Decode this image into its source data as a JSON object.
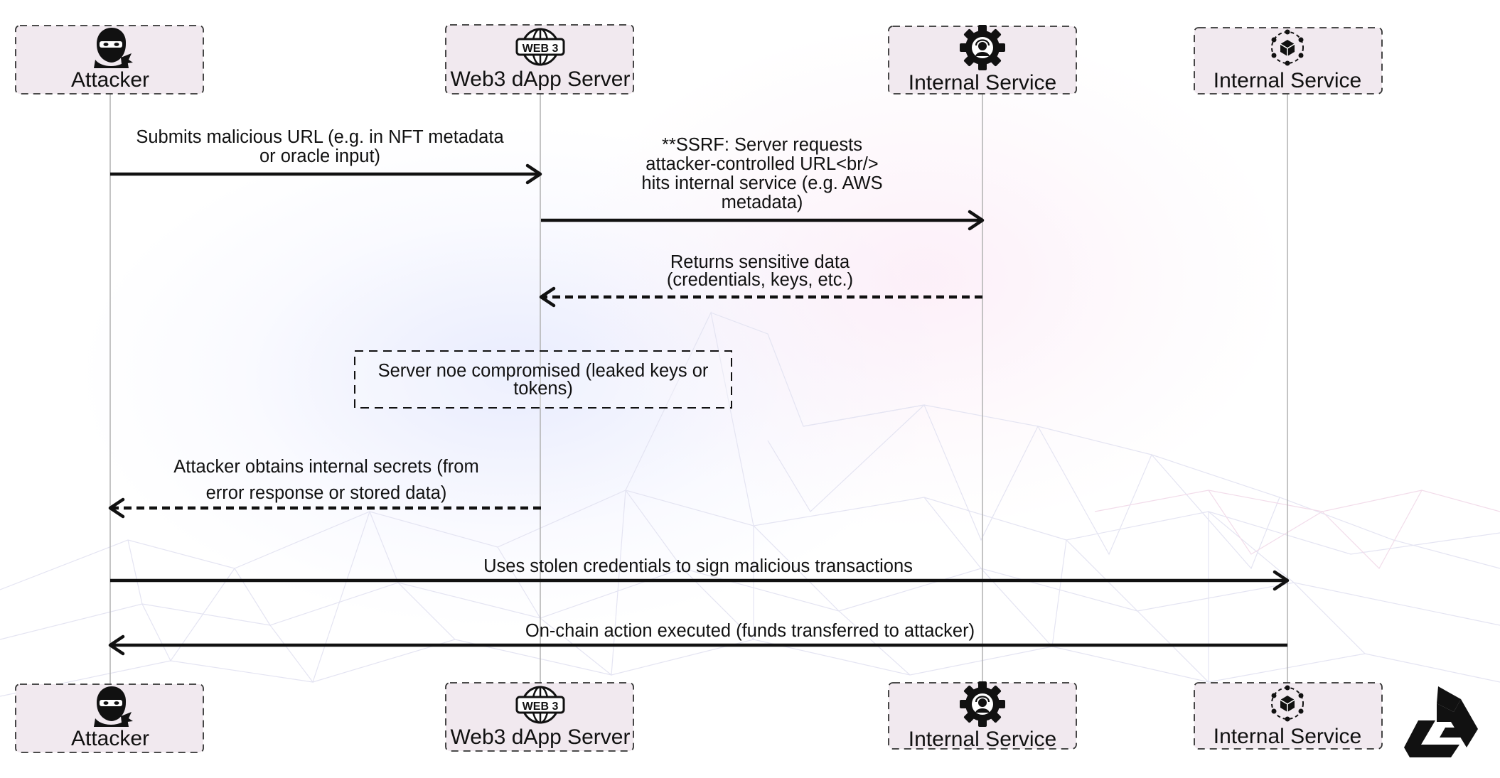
{
  "participants": [
    {
      "name": "Attacker",
      "icon": "ninja-icon"
    },
    {
      "name": "Web3 dApp Server",
      "icon": "web3-globe-icon",
      "icon_text": "WEB 3"
    },
    {
      "name": "Internal Service",
      "icon": "support-gear-icon"
    },
    {
      "name": "Internal Service",
      "icon": "network-cube-icon"
    }
  ],
  "messages": [
    {
      "lines": [
        "Submits malicious URL (e.g. in NFT metadata",
        "or oracle input)"
      ],
      "style": "solid"
    },
    {
      "lines": [
        "**SSRF: Server requests",
        "attacker-controlled URL<br/>",
        "hits internal service (e.g. AWS",
        "metadata)"
      ],
      "style": "solid"
    },
    {
      "lines": [
        "Returns sensitive data",
        "(credentials, keys, etc.)"
      ],
      "style": "dashed"
    },
    {
      "lines": [
        "Attacker obtains internal secrets (from",
        "error response or stored data)"
      ],
      "style": "dashed"
    },
    {
      "lines": [
        "Uses stolen credentials to sign malicious transactions"
      ],
      "style": "solid"
    },
    {
      "lines": [
        "On-chain action executed (funds transferred to attacker)"
      ],
      "style": "solid"
    }
  ],
  "note": {
    "lines": [
      "Server noe compromised (leaked keys or",
      "tokens)"
    ]
  },
  "colors": {
    "actor_fill": "#f1e9ef",
    "actor_border": "#333333",
    "lifeline": "#b5b5b5",
    "arrow": "#111111",
    "text": "#111111"
  },
  "logo": {
    "name": "brand-logo"
  }
}
